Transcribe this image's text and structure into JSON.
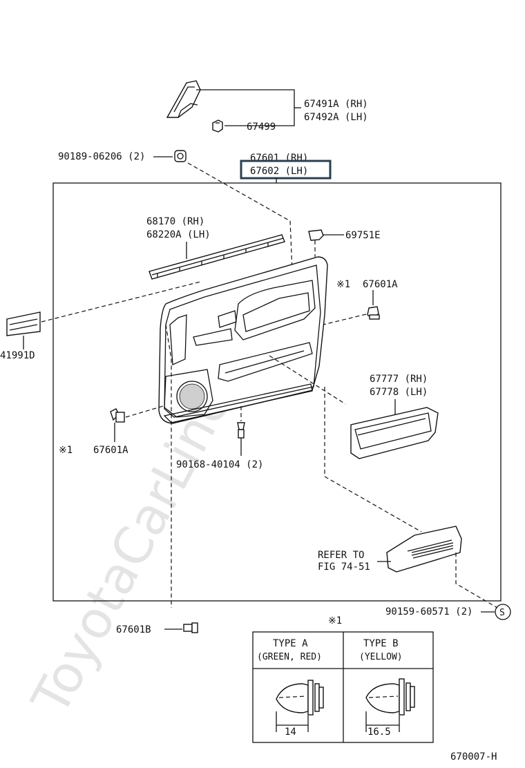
{
  "watermark": "ToyotaCarLine.ru",
  "highlight_color": "#2a3f4d",
  "labels": {
    "p67491": "67491A (RH)",
    "p67492": "67492A (LH)",
    "p67499": "67499",
    "p90189": "90189-06206 (2)",
    "p67601rh": "67601 (RH)",
    "p67602lh": "67602 (LH)",
    "p68170": "68170  (RH)",
    "p68220": "68220A (LH)",
    "p69751": "69751E",
    "p67601a_right": "67601A",
    "p41991": "41991D",
    "p67777": "67777 (RH)",
    "p67778": "67778 (LH)",
    "p67601a_left": "67601A",
    "p90168": "90168-40104 (2)",
    "refer1": "REFER TO",
    "refer2": "FIG 74-51",
    "p90159": "90159-60571 (2)",
    "circle_s": "S",
    "p67601b": "67601B",
    "mark": "※1",
    "diagram_id": "670007-H"
  },
  "legend": {
    "title": "※1",
    "type_a_line1": "TYPE  A",
    "type_a_line2": "(GREEN, RED)",
    "type_b_line1": "TYPE  B",
    "type_b_line2": "(YELLOW)",
    "dim_a": "14",
    "dim_b": "16.5"
  }
}
